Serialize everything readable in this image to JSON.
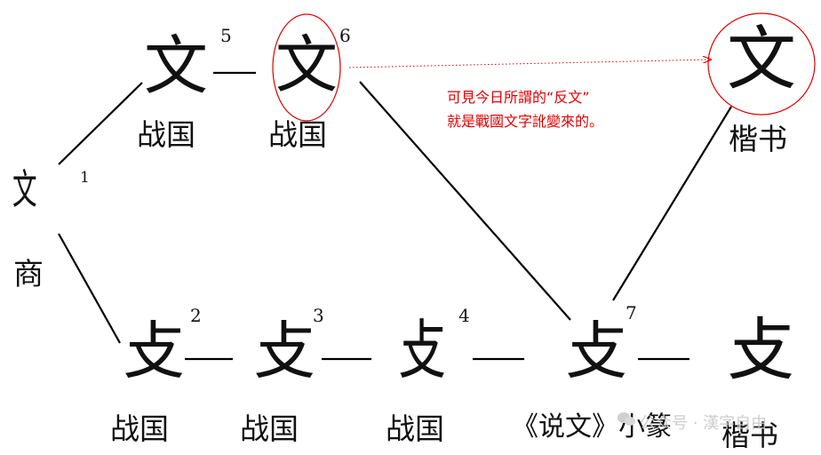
{
  "nodes": {
    "shang": {
      "number": "1",
      "glyph": "文",
      "label": "商"
    },
    "warring_states_5": {
      "number": "5",
      "glyph": "文",
      "label": "战国"
    },
    "warring_states_6": {
      "number": "6",
      "glyph": "文",
      "label": "战国"
    },
    "kaishu_top": {
      "glyph": "文",
      "label": "楷书"
    },
    "warring_states_2": {
      "number": "2",
      "glyph": "攴",
      "label": "战国"
    },
    "warring_states_3": {
      "number": "3",
      "glyph": "攴",
      "label": "战国"
    },
    "warring_states_4": {
      "number": "4",
      "glyph": "攴",
      "label": "战国"
    },
    "shuowen_small_seal": {
      "number": "7",
      "glyph": "攴",
      "label": "《说文》小篆"
    },
    "kaishu_bottom": {
      "glyph": "攴",
      "label": "楷书"
    }
  },
  "annotation": {
    "line1": "可見今日所謂的“反文”",
    "line2": "就是戰國文字訛變來的。",
    "color": "#e00000"
  },
  "watermark": {
    "text": "公众号 · 漢字自由"
  }
}
